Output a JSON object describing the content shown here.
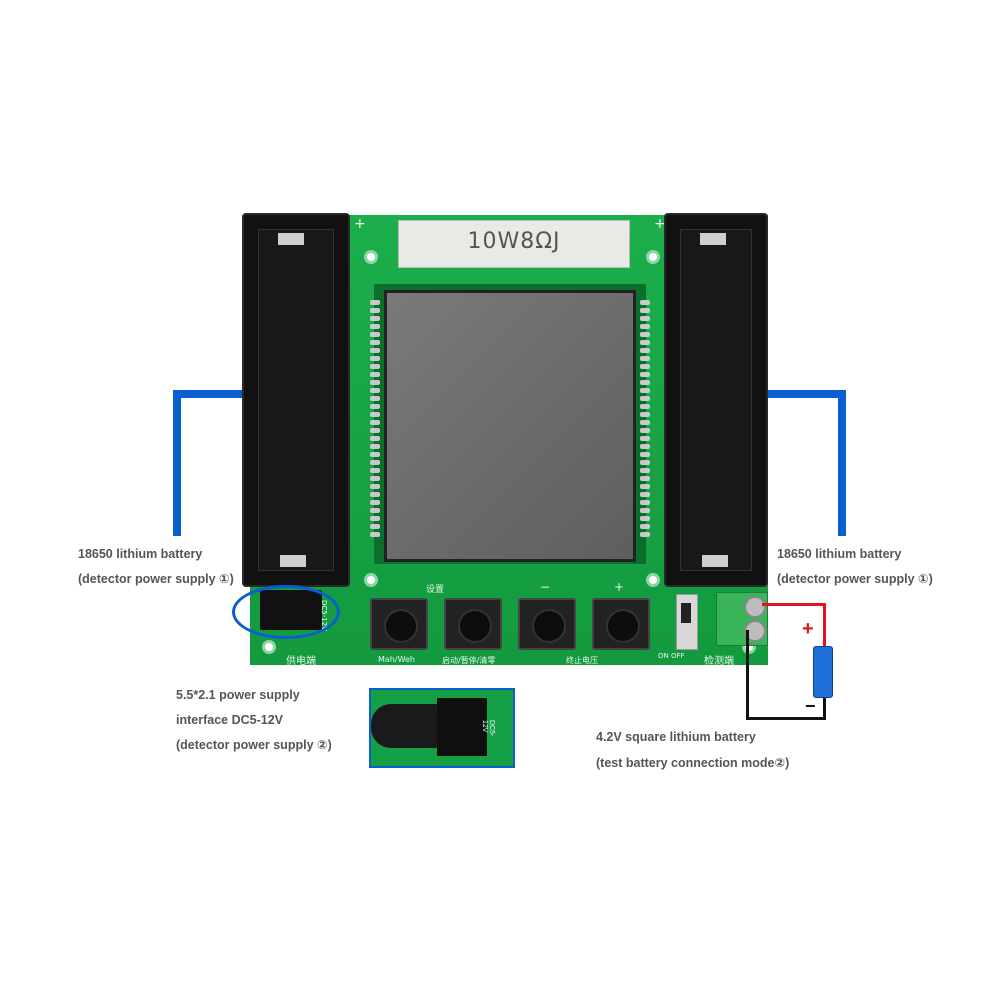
{
  "pcb": {
    "resistor_text": "10W8ΩJ",
    "silk": {
      "settings": "设置",
      "minus": "−",
      "plus": "+",
      "mode": "Mah/Weh",
      "start": "启动/暂停/清零",
      "end_voltage": "终止电压",
      "power_side": "供电端",
      "detect_side": "检测端",
      "switch": "ON   OFF",
      "dc_in": "DC5-12V",
      "plus_left": "+",
      "plus_right": "+"
    }
  },
  "labels": {
    "left_battery_line1": "18650 lithium battery",
    "left_battery_line2": "(detector power supply ①)",
    "right_battery_line1": "18650 lithium battery",
    "right_battery_line2": "(detector power supply ①)",
    "dc_line1": "5.5*2.1 power supply",
    "dc_line2": "interface DC5-12V",
    "dc_line3": "(detector power supply ②)",
    "test_line1": "4.2V square lithium battery",
    "test_line2": "(test battery connection mode②)"
  },
  "wiring": {
    "plus_sign": "+",
    "minus_sign": "−"
  },
  "inset": {
    "dc_label": "DC5-12V"
  },
  "colors": {
    "bracket": "#0a5fd0",
    "pcb": "#17a345",
    "red_wire": "#e0161c",
    "battery": "#1e6fd8"
  }
}
